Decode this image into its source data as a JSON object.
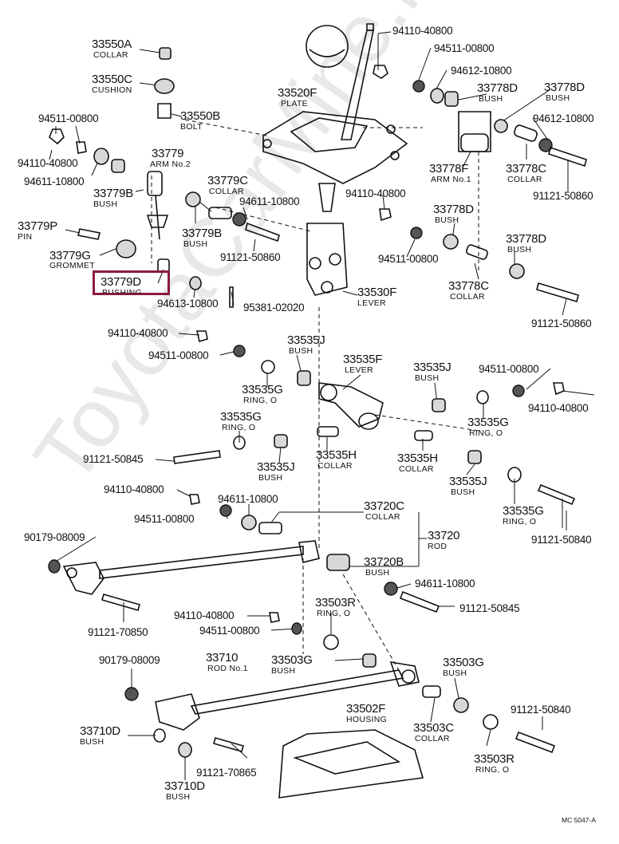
{
  "watermark": "ToyotaCarMine.ru",
  "figure_code": "MC 5047-A",
  "highlight": "33779D",
  "labels": {
    "p33550A": "33550A",
    "p33550A_n": "COLLAR",
    "p33550C": "33550C",
    "p33550C_n": "CUSHION",
    "p33550B": "33550B",
    "p33550B_n": "BOLT",
    "p33520F": "33520F",
    "p33520F_n": "PLATE",
    "p33779": "33779",
    "p33779_n": "ARM No.2",
    "p33779C": "33779C",
    "p33779C_n": "COLLAR",
    "p33779B_a": "33779B",
    "p33779B_a_n": "BUSH",
    "p33779B_b": "33779B",
    "p33779B_b_n": "BUSH",
    "p33779P": "33779P",
    "p33779P_n": "PIN",
    "p33779G": "33779G",
    "p33779G_n": "GROMMET",
    "p33779D": "33779D",
    "p33779D_n": "BUSHING",
    "p94511_a": "94511-00800",
    "p94110_a": "94110-40800",
    "p94611_a": "94611-10800",
    "p94110_top": "94110-40800",
    "p94511_top": "94511-00800",
    "p94612_a": "94612-10800",
    "p33778D_a": "33778D",
    "p33778D_a_n": "BUSH",
    "p33778D_b": "33778D",
    "p33778D_b_n": "BUSH",
    "p94612_b": "94612-10800",
    "p33778F": "33778F",
    "p33778F_n": "ARM No.1",
    "p33778C_a": "33778C",
    "p33778C_a_n": "COLLAR",
    "p91121_a": "91121-50860",
    "p94611_b": "94611-10800",
    "p91121_b": "91121-50860",
    "p94110_b": "94110-40800",
    "p33778D_c": "33778D",
    "p33778D_c_n": "BUSH",
    "p94511_b": "94511-00800",
    "p33778D_d": "33778D",
    "p33778D_d_n": "BUSH",
    "p33778C_b": "33778C",
    "p33778C_b_n": "COLLAR",
    "p91121_c": "91121-50860",
    "p33530F": "33530F",
    "p33530F_n": "LEVER",
    "p94613": "94613-10800",
    "p95381": "95381-02020",
    "p94110_c": "94110-40800",
    "p94511_c": "94511-00800",
    "p33535J_a": "33535J",
    "p33535J_a_n": "BUSH",
    "p33535F": "33535F",
    "p33535F_n": "LEVER",
    "p33535G_a": "33535G",
    "p33535G_a_n": "RING, O",
    "p33535J_b": "33535J",
    "p33535J_b_n": "BUSH",
    "p94511_d": "94511-00800",
    "p94110_d": "94110-40800",
    "p33535G_b": "33535G",
    "p33535G_b_n": "RING, O",
    "p33535G_c": "33535G",
    "p33535G_c_n": "RING, O",
    "p91121_d": "91121-50845",
    "p33535J_c": "33535J",
    "p33535J_c_n": "BUSH",
    "p33535H_a": "33535H",
    "p33535H_a_n": "COLLAR",
    "p33535H_b": "33535H",
    "p33535H_b_n": "COLLAR",
    "p33535J_d": "33535J",
    "p33535J_d_n": "BUSH",
    "p94110_e": "94110-40800",
    "p94611_c": "94611-10800",
    "p33720C": "33720C",
    "p33720C_n": "COLLAR",
    "p94511_e": "94511-00800",
    "p33535G_d": "33535G",
    "p33535G_d_n": "RING, O",
    "p90179_a": "90179-08009",
    "p33720": "33720",
    "p33720_n": "ROD",
    "p91121_e": "91121-50840",
    "p33720B": "33720B",
    "p33720B_n": "BUSH",
    "p94611_d": "94611-10800",
    "p91121_f": "91121-70850",
    "p91121_g": "91121-50845",
    "p33503R_a": "33503R",
    "p33503R_a_n": "RING, O",
    "p94110_f": "94110-40800",
    "p94511_f": "94511-00800",
    "p90179_b": "90179-08009",
    "p33710": "33710",
    "p33710_n": "ROD No.1",
    "p33503G_a": "33503G",
    "p33503G_a_n": "BUSH",
    "p33503G_b": "33503G",
    "p33503G_b_n": "BUSH",
    "p33502F": "33502F",
    "p33502F_n": "HOUSING",
    "p91121_h": "91121-50840",
    "p33710D_a": "33710D",
    "p33710D_a_n": "BUSH",
    "p33503C": "33503C",
    "p33503C_n": "COLLAR",
    "p91121_i": "91121-70865",
    "p33503R_b": "33503R",
    "p33503R_b_n": "RING, O",
    "p33710D_b": "33710D",
    "p33710D_b_n": "BUSH"
  }
}
